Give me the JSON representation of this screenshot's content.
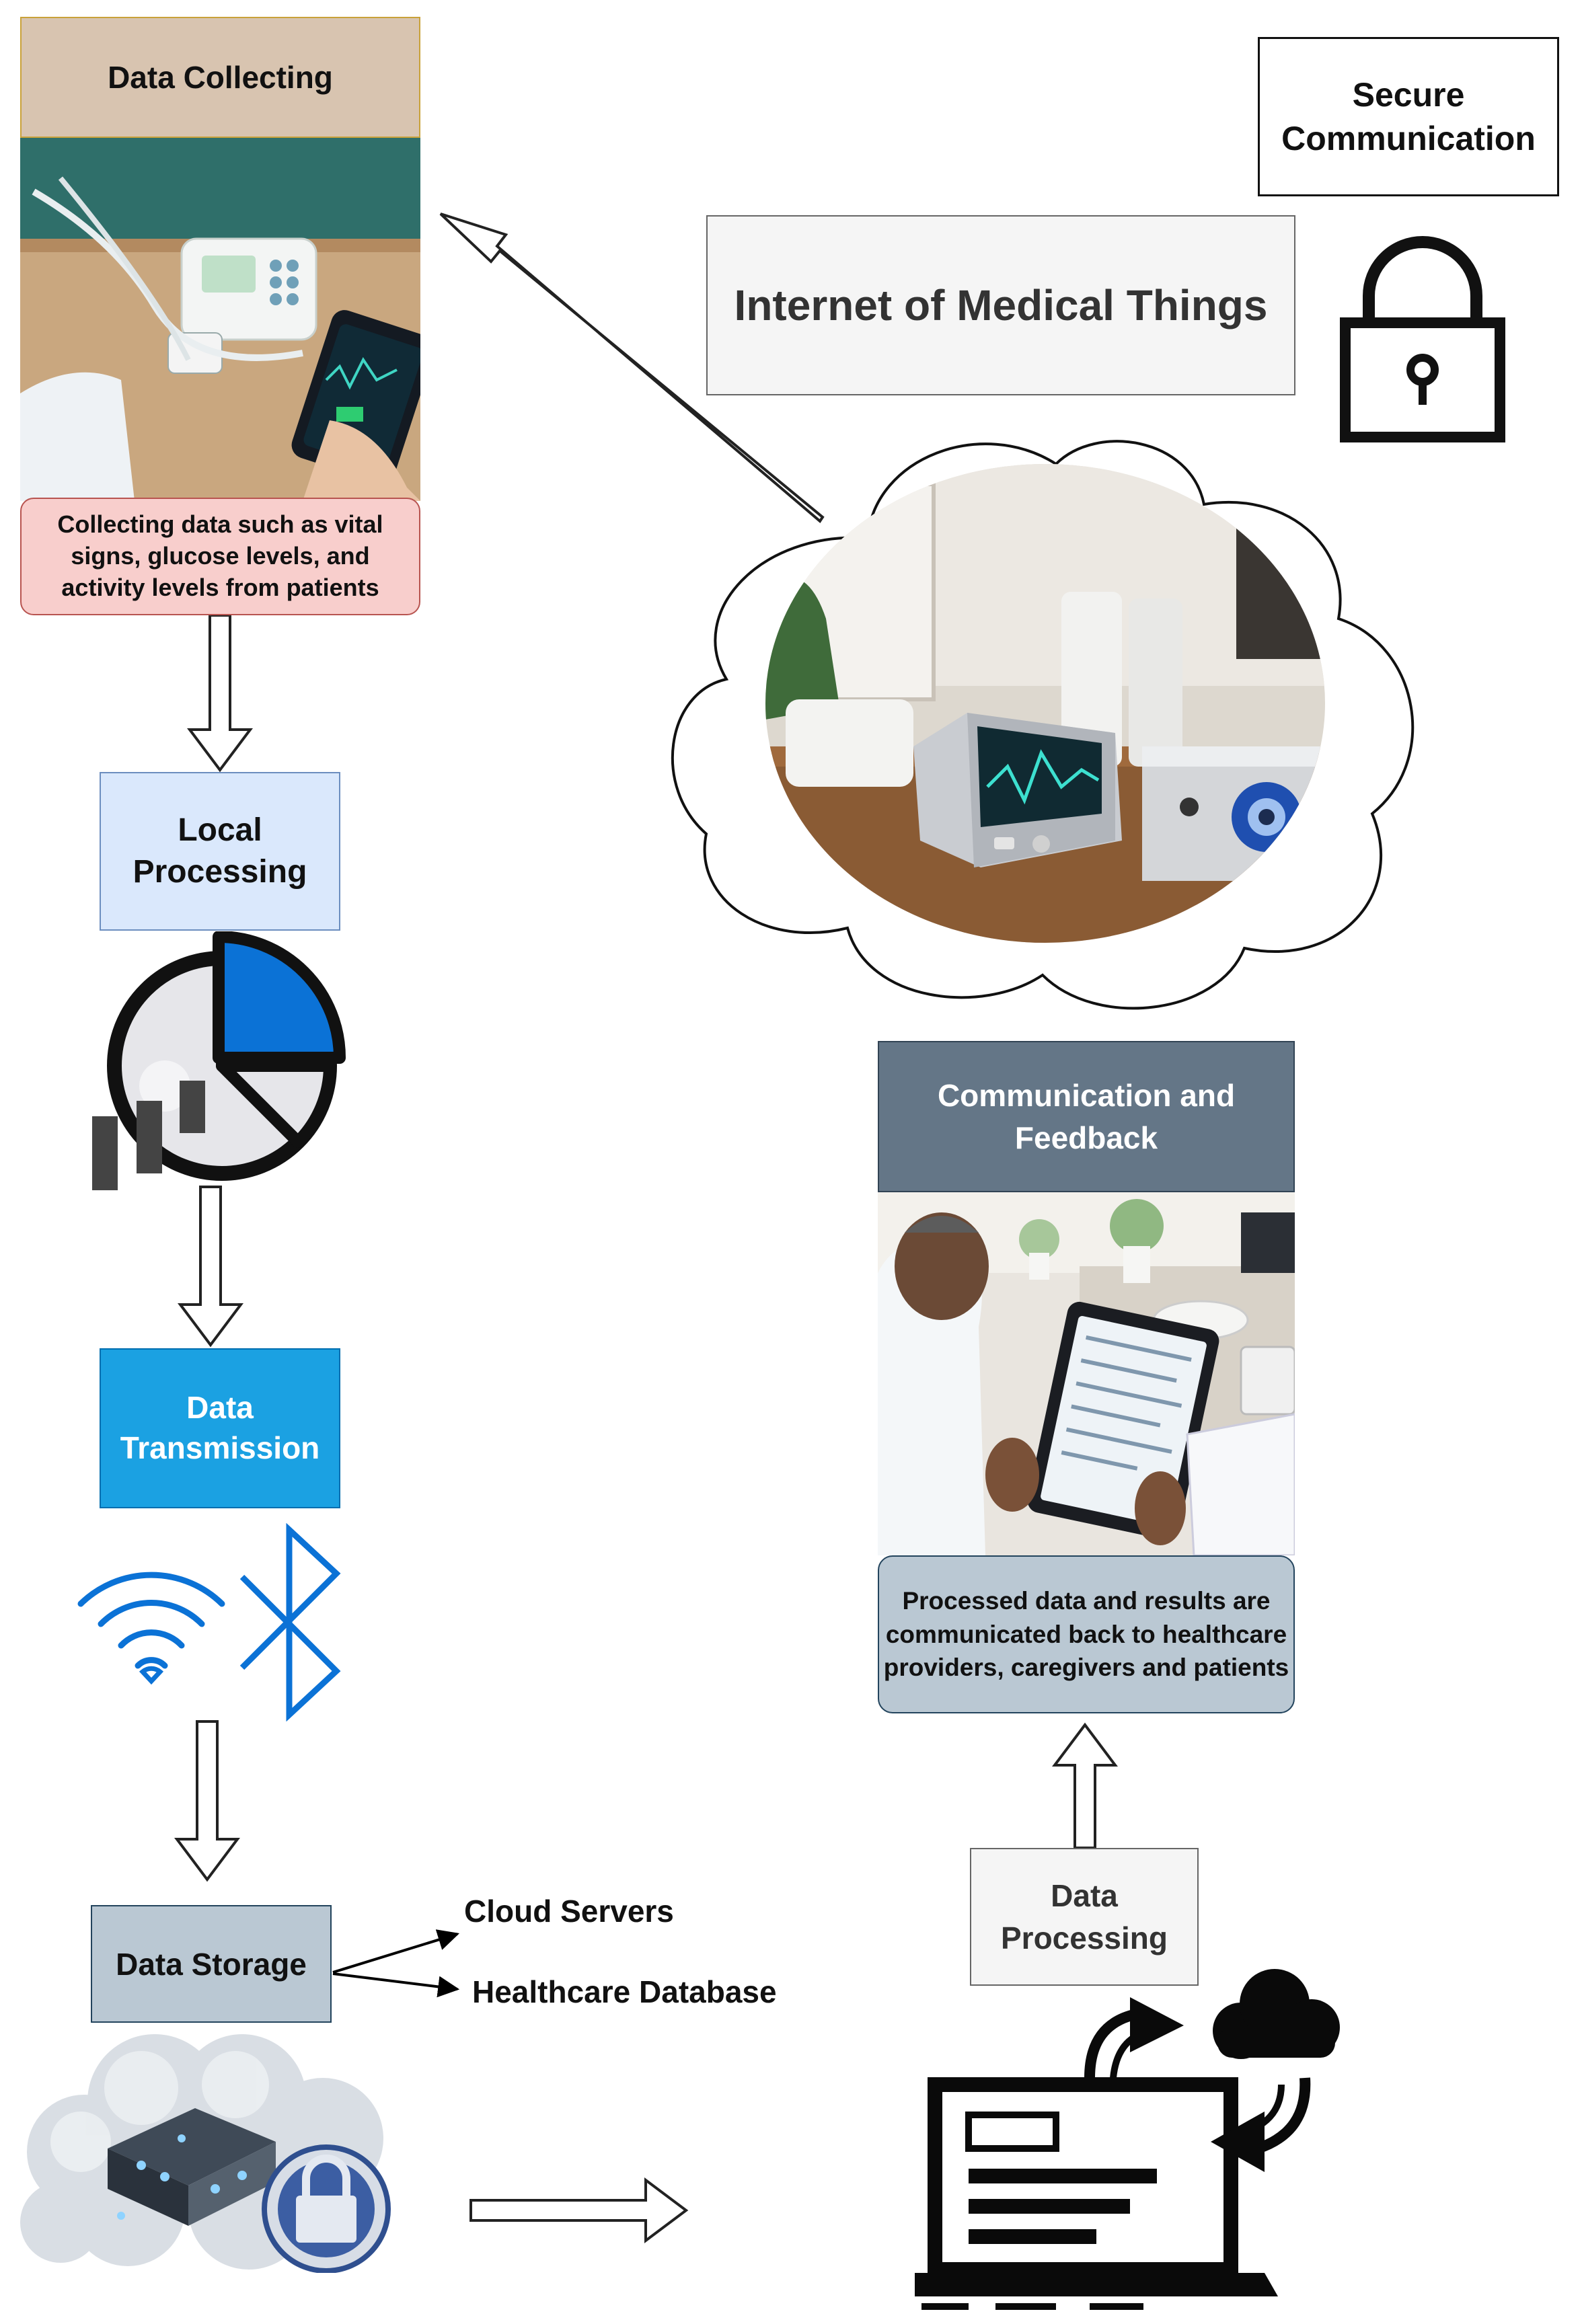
{
  "nodes": {
    "data_collecting": {
      "title": "Data Collecting",
      "caption": "Collecting data such as vital signs, glucose levels, and activity levels from patients"
    },
    "local_processing": {
      "title": "Local Processing"
    },
    "data_transmission": {
      "title": "Data Transmission"
    },
    "data_storage": {
      "title": "Data Storage",
      "targets": [
        "Cloud Servers",
        "Healthcare Database"
      ]
    },
    "data_processing": {
      "title": "Data Processing"
    },
    "communication_feedback": {
      "title": "Communication and Feedback",
      "caption": "Processed data and results are communicated back to healthcare providers, caregivers and patients"
    },
    "iomt": {
      "title": "Internet of Medical Things"
    },
    "secure_communication": {
      "title": "Secure Communication"
    }
  },
  "icons": [
    "medical-devices-photo",
    "pie-chart-icon",
    "wifi-icon",
    "bluetooth-icon",
    "secure-cloud-server-icon",
    "laptop-cloud-sync-icon",
    "cloud-icon",
    "iot-devices-photo",
    "doctor-tablet-photo",
    "padlock-icon"
  ],
  "colors": {
    "data_collecting_header": "#d8c4b0",
    "caption_pink": "#f8cecc",
    "local_processing": "#dae8fc",
    "data_transmission": "#1ba1e2",
    "data_storage": "#bac8d3",
    "data_processing": "#f5f5f5",
    "comm_header": "#647687",
    "comm_caption": "#bac8d3",
    "iomt_box": "#f5f5f5",
    "accent_blue": "#0b72d6"
  }
}
